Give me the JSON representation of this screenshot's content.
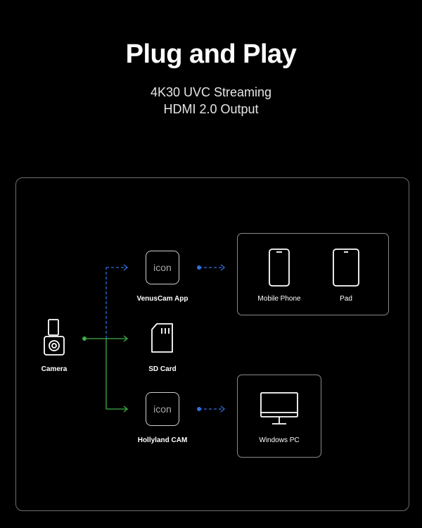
{
  "header": {
    "title": "Plug and Play",
    "subtitle_lines": [
      "4K30 UVC Streaming",
      "HDMI 2.0 Output"
    ]
  },
  "nodes": {
    "camera": {
      "label": "Camera"
    },
    "venuscam_app": {
      "label": "VenusCam App",
      "icon_text": "icon"
    },
    "sd_card": {
      "label": "SD Card"
    },
    "hollyland_cam": {
      "label": "Hollyland CAM",
      "icon_text": "icon"
    },
    "mobile_phone": {
      "label": "Mobile Phone"
    },
    "pad": {
      "label": "Pad"
    },
    "windows_pc": {
      "label": "Windows PC"
    }
  },
  "colors": {
    "background": "#000000",
    "wired_connection": "#3fae49",
    "wireless_connection": "#2f6fe0",
    "border": "#8a8a8a"
  },
  "icons": [
    "camera-icon",
    "sd-card-icon",
    "mobile-phone-icon",
    "tablet-icon",
    "monitor-icon"
  ]
}
